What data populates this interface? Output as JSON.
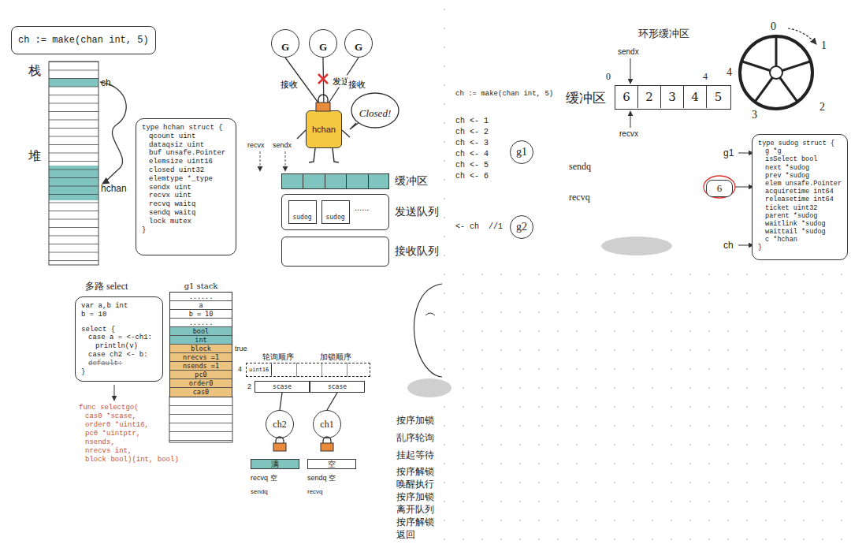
{
  "diagram": {
    "nodes": [
      {
        "text": [
          "ch := make(chan int, 5)"
        ]
      },
      {
        "text": [
          "type hchan struct {",
          "qcount uint",
          "dataqsiz uint",
          "buf unsafe.Pointer",
          "elemsize uint16",
          "closed uint32",
          "elemtype *_type",
          "sendx uint",
          "recvx uint",
          "recvq waitq",
          "sendq waitq",
          "lock mutex",
          "}"
        ]
      },
      {
        "text": [
          "G"
        ]
      },
      {
        "text": [
          "G"
        ]
      },
      {
        "text": [
          "G"
        ]
      },
      {
        "text": [
          "hchan"
        ]
      },
      {
        "text": [
          "Closed!"
        ]
      },
      {
        "text": [
          "缓冲区"
        ]
      },
      {
        "text": [
          "发送队列"
        ]
      },
      {
        "text": [
          "sudog"
        ],
        "in": 8
      },
      {
        "text": [
          "sudog"
        ],
        "in": 8
      },
      {
        "text": [
          "接收队列"
        ]
      },
      {
        "text": [
          "缓冲区"
        ]
      },
      {
        "text": [
          "6"
        ],
        "in": 12
      },
      {
        "text": [
          "2"
        ],
        "in": 12
      },
      {
        "text": [
          "3"
        ],
        "in": 12
      },
      {
        "text": [
          "4"
        ],
        "in": 12
      },
      {
        "text": [
          "5"
        ],
        "in": 12
      },
      {
        "text": [
          "g1"
        ]
      },
      {
        "text": [
          "g2"
        ]
      },
      {
        "text": [
          "type sudog struct {",
          "g *g",
          "isSelect bool",
          "next *sudog",
          "prev *sudog",
          "elem unsafe.Pointer",
          "acquiretime int64",
          "releasetime int64",
          "ticket uint32",
          "parent *sudog",
          "waitlink *sudog",
          "waittail *sudog",
          "c *hchan",
          "}"
        ]
      },
      {
        "text": [
          "6"
        ]
      },
      {
        "text": [
          "var a,b int",
          "b = 10",
          "select {",
          "case a = <-ch1:",
          "println(v)",
          "case ch2 <- b:",
          "default:",
          "}"
        ]
      },
      {
        "text": [
          "g1 stack",
          "......",
          "a",
          "b = 10",
          "......",
          "bool",
          "int",
          "block",
          "nrecvs =1",
          "nsends =1",
          "pc0",
          "order0",
          "cas0"
        ]
      },
      {
        "text": [
          "uint16"
        ]
      },
      {
        "text": [
          "scase"
        ]
      },
      {
        "text": [
          "scase"
        ]
      },
      {
        "text": [
          "ch2"
        ]
      },
      {
        "text": [
          "ch1"
        ]
      },
      {
        "text": [
          "满"
        ]
      },
      {
        "text": [
          "空"
        ]
      }
    ],
    "edges": [
      {
        "from": 2,
        "to": 5,
        "arrow": "to",
        "label": "接收"
      },
      {
        "from": 3,
        "to": 5,
        "arrow": "to",
        "label": "发送"
      },
      {
        "from": 4,
        "to": 5,
        "arrow": "to",
        "label": "接收"
      },
      {
        "from": 25,
        "to": 27,
        "arrow": "none"
      },
      {
        "from": 26,
        "to": 28,
        "arrow": "none"
      }
    ],
    "labels": [
      "栈",
      "堆",
      "ch",
      "hchan",
      "recvx",
      "sendx",
      "......",
      "环形缓冲区",
      "sendx",
      "0",
      "4",
      "recvx",
      "0",
      "1",
      "2",
      "3",
      "4",
      "ch := make(chan int, 5)",
      "ch <- 1",
      "ch <- 2",
      "ch <- 3",
      "ch <- 4",
      "ch <- 5",
      "ch <- 6",
      "<- ch  //1",
      "sendq",
      "recvq",
      "g1",
      "ch",
      "多路 select",
      "func selectgo(",
      "cas0 *scase,",
      "order0 *uint16,",
      "pc0 *uintptr,",
      "nsends,",
      "nrecvs int,",
      "block bool)(int, bool)",
      "true",
      "轮询顺序",
      "加锁顺序",
      "4",
      "2",
      "recvq 空",
      "sendq 空",
      "sendq",
      "recvq",
      "按序加锁",
      "乱序轮询",
      "挂起等待",
      "按序解锁",
      "唤醒执行",
      "按序加锁",
      "离开队列",
      "按序解锁",
      "返回"
    ]
  }
}
